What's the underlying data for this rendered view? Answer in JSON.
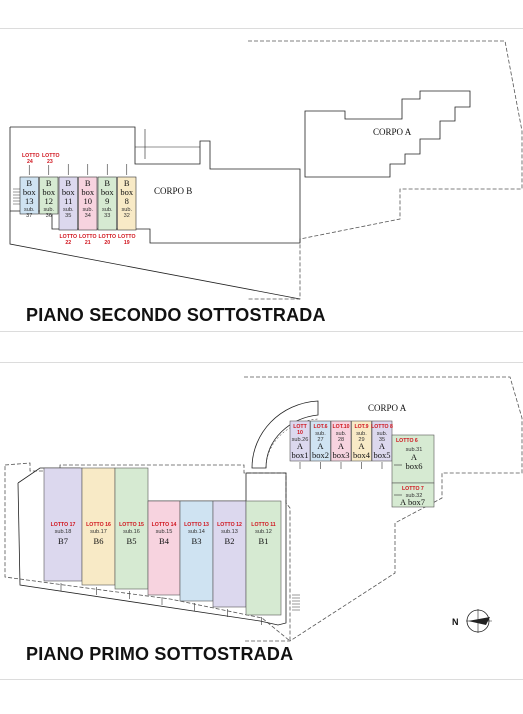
{
  "top_plan": {
    "title": "PIANO SECONDO SOTTOSTRADA",
    "corpo_a": "CORPO A",
    "corpo_b": "CORPO B",
    "boxes": [
      {
        "letter": "B",
        "box": "box",
        "num": "13",
        "sub": "sub.",
        "subnum": "37",
        "lotto": "LOTTO 24",
        "color": "#cfe3f2"
      },
      {
        "letter": "B",
        "box": "box",
        "num": "12",
        "sub": "sub.",
        "subnum": "36",
        "lotto": "LOTTO 23",
        "color": "#d6ead2"
      },
      {
        "letter": "B",
        "box": "box",
        "num": "11",
        "sub": "sub.",
        "subnum": "35",
        "lotto": "LOTTO 22",
        "color": "#dcd8ee"
      },
      {
        "letter": "B",
        "box": "box",
        "num": "10",
        "sub": "sub.",
        "subnum": "34",
        "lotto": "LOTTO 21",
        "color": "#f7d3df"
      },
      {
        "letter": "B",
        "box": "box",
        "num": "9",
        "sub": "sub.",
        "subnum": "33",
        "lotto": "LOTTO 20",
        "color": "#d6ead2"
      },
      {
        "letter": "B",
        "box": "box",
        "num": "8",
        "sub": "sub.",
        "subnum": "32",
        "lotto": "LOTTO 19",
        "color": "#f8eac6"
      }
    ]
  },
  "bottom_plan": {
    "title": "PIANO PRIMO SOTTOSTRADA",
    "corpo_a": "CORPO A",
    "b_units": [
      {
        "lotto": "LOTTO 17",
        "sub": "sub.18",
        "label": "B7",
        "color": "#dcd8ee"
      },
      {
        "lotto": "LOTTO 16",
        "sub": "sub.17",
        "label": "B6",
        "color": "#f8eac6"
      },
      {
        "lotto": "LOTTO 15",
        "sub": "sub.16",
        "label": "B5",
        "color": "#d6ead2"
      },
      {
        "lotto": "LOTTO 14",
        "sub": "sub.15",
        "label": "B4",
        "color": "#f7d3df"
      },
      {
        "lotto": "LOTTO 13",
        "sub": "sub.14",
        "label": "B3",
        "color": "#cfe3f2"
      },
      {
        "lotto": "LOTTO 12",
        "sub": "sub.13",
        "label": "B2",
        "color": "#dcd8ee"
      },
      {
        "lotto": "LOTTO 11",
        "sub": "sub.12",
        "label": "B1",
        "color": "#d6ead2"
      }
    ],
    "a_boxes": [
      {
        "lotto_a": "LOTT",
        "lotto_b": "10",
        "sub": "sub.26",
        "a": "A",
        "box": "box1",
        "color": "#dcd8ee"
      },
      {
        "lotto_a": "LOT.6",
        "lotto_b": "",
        "sub": "sub.",
        "subnum": "27",
        "a": "A",
        "box": "box2",
        "color": "#cfe3f2"
      },
      {
        "lotto_a": "LOT.10",
        "lotto_b": "",
        "sub": "sub.",
        "subnum": "28",
        "a": "A",
        "box": "box3",
        "color": "#f7d3df"
      },
      {
        "lotto_a": "LOT.9",
        "lotto_b": "",
        "sub": "sub.",
        "subnum": "29",
        "a": "A",
        "box": "box4",
        "color": "#f8eac6"
      },
      {
        "lotto_a": "LOTTO 8",
        "lotto_b": "",
        "sub": "sub.",
        "subnum": "35",
        "a": "A",
        "box": "box5",
        "color": "#dcd8ee"
      }
    ],
    "box6": {
      "lotto": "LOTTO 6",
      "sub": "sub.31",
      "a": "A",
      "box": "box6",
      "color": "#d6ead2"
    },
    "box7": {
      "lotto": "LOTTO 7",
      "sub": "sub.32",
      "a": "A",
      "box": "box7",
      "color": "#d6ead2"
    },
    "north": "N"
  }
}
